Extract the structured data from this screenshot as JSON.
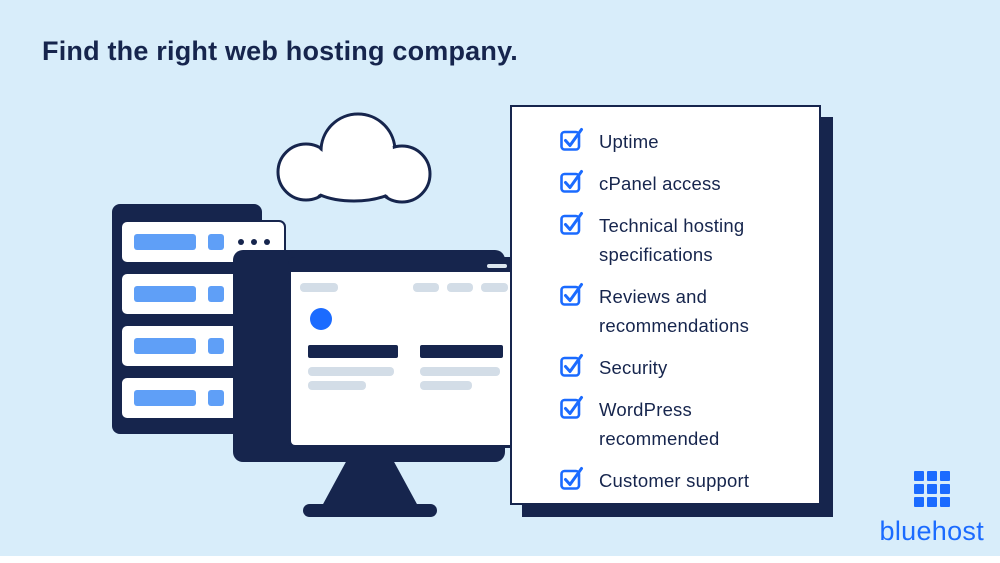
{
  "title": "Find the right web hosting company.",
  "checklist": {
    "items": [
      {
        "label": "Uptime",
        "checked": true
      },
      {
        "label": "cPanel access",
        "checked": true
      },
      {
        "label": "Technical hosting specifications",
        "checked": true
      },
      {
        "label": "Reviews and recommendations",
        "checked": true
      },
      {
        "label": "Security",
        "checked": true
      },
      {
        "label": "WordPress recommended",
        "checked": true
      },
      {
        "label": "Customer support",
        "checked": true
      }
    ]
  },
  "brand": {
    "name": "bluehost",
    "logo_icon": "grid-of-nine-squares"
  },
  "illustration": {
    "elements": [
      "server-rack",
      "cloud",
      "desktop-monitor",
      "browser-window"
    ]
  },
  "icons": {
    "checkbox": "checked-square",
    "cloud": "cloud-outline"
  },
  "colors": {
    "background": "#d8edfa",
    "navy": "#16254d",
    "accent_blue": "#1b6bff",
    "server_blue": "#5f9ff7",
    "bar_gray": "#d3dde7",
    "white": "#ffffff"
  }
}
